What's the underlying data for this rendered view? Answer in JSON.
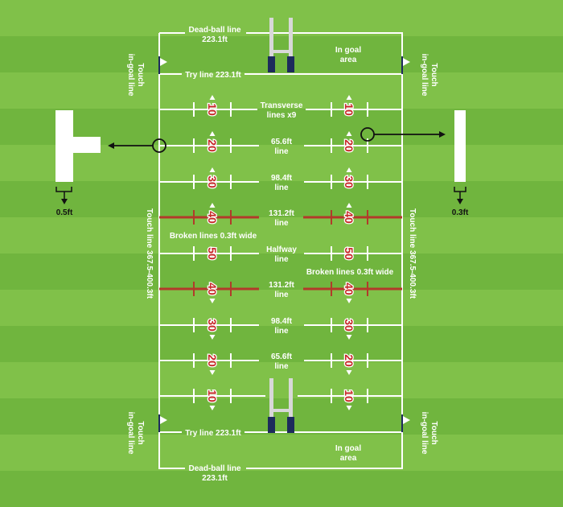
{
  "colors": {
    "grass_light": "#80c149",
    "grass_dark": "#70b53e",
    "line": "#ffffff",
    "line_40": "#b23a2a",
    "post_pad": "#1d2b5c",
    "number": "#c62828",
    "black": "#111111"
  },
  "labels": {
    "deadball_top": [
      "Dead-ball line",
      "223.1ft"
    ],
    "deadball_bottom": [
      "Dead-ball line",
      "223.1ft"
    ],
    "try_top": "Try line 223.1ft",
    "try_bottom": "Try line 223.1ft",
    "ingoal_top": [
      "In goal",
      "area"
    ],
    "ingoal_bottom": [
      "In goal",
      "area"
    ],
    "touch_ingoal": [
      "Touch",
      "in-goal line"
    ],
    "touch_line": "Touch line 367.5-400.3ft",
    "transverse": [
      "Transverse",
      "lines x9"
    ],
    "l656": [
      "65.6ft",
      "line"
    ],
    "l984": [
      "98.4ft",
      "line"
    ],
    "l1312": [
      "131.2ft",
      "line"
    ],
    "halfway": [
      "Halfway",
      "line"
    ],
    "broken_left": "Broken lines 0.3ft wide",
    "broken_right": "Broken lines 0.3ft wide",
    "left_detail": "0.5ft",
    "right_detail": "0.3ft"
  },
  "numbers_top": [
    "10",
    "20",
    "30",
    "40"
  ],
  "number_half": "50",
  "numbers_bottom": [
    "40",
    "30",
    "20",
    "10"
  ]
}
